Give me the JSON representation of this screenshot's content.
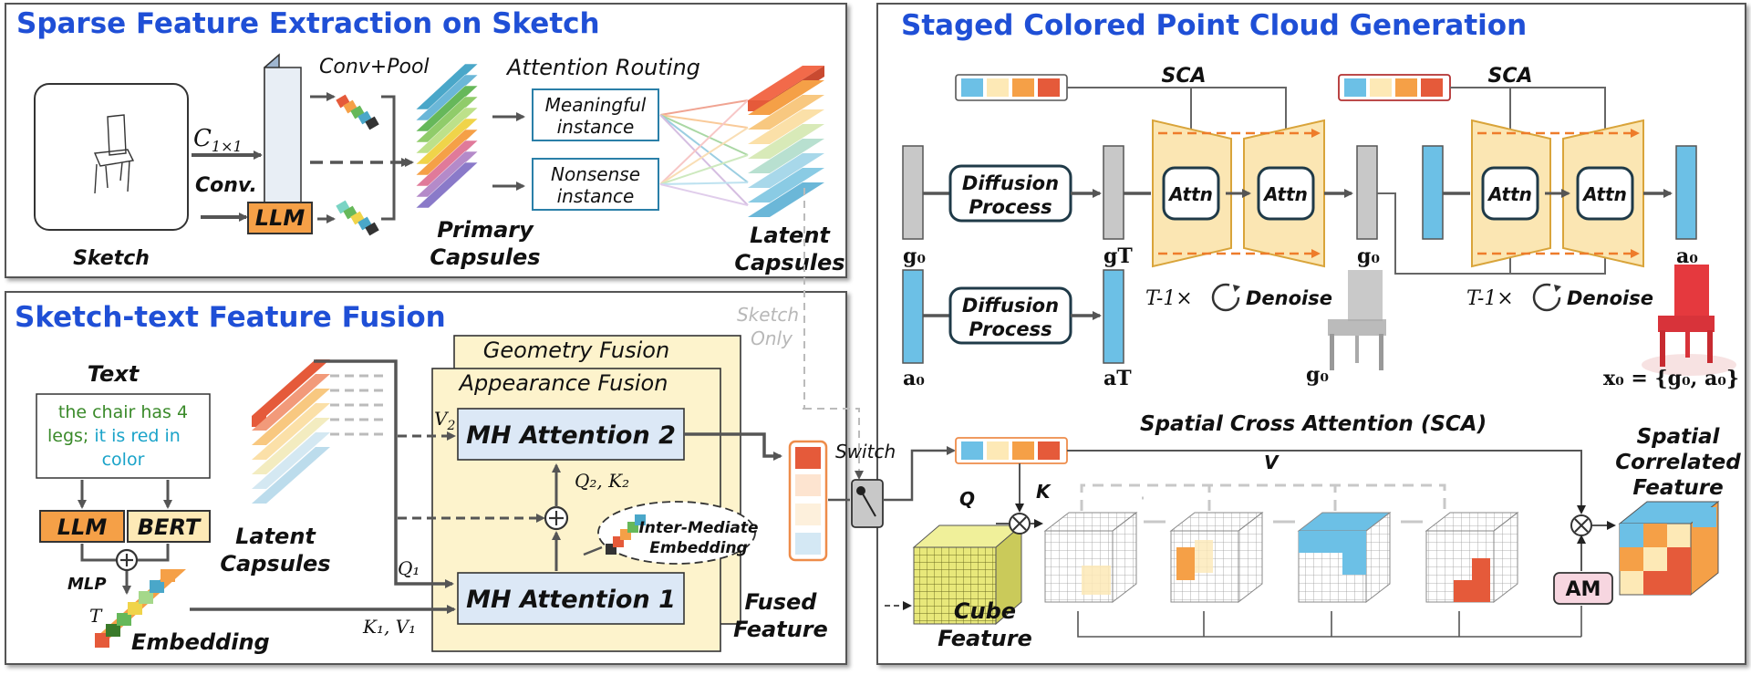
{
  "panels": {
    "sparse": {
      "title": "Sparse Feature Extraction on Sketch",
      "sketch_label": "Sketch",
      "conv_math": "C",
      "conv_sub": "1×1",
      "conv_label": "Conv.",
      "conv_pool_label": "Conv+Pool",
      "llm_label": "LLM",
      "attention_routing_label": "Attention Routing",
      "meaningful_line1": "Meaningful",
      "meaningful_line2": "instance",
      "nonsense_line1": "Nonsense",
      "nonsense_line2": "instance",
      "primary_line1": "Primary",
      "primary_line2": "Capsules",
      "latent_line1": "Latent",
      "latent_line2": "Capsules"
    },
    "fusion": {
      "title": "Sketch-text Feature Fusion",
      "text_label": "Text",
      "text_part1": "the chair has 4",
      "text_part2": "legs;",
      "text_part3": "it is red in",
      "text_part4": "color",
      "llm_label": "LLM",
      "bert_label": "BERT",
      "mlp_label": "MLP",
      "t_label": "T",
      "embedding_label": "Embedding",
      "latent_line1": "Latent",
      "latent_line2": "Capsules",
      "geometry_fusion": "Geometry Fusion",
      "appearance_fusion": "Appearance Fusion",
      "mh2": "MH Attention 2",
      "mh1": "MH Attention 1",
      "v2": "V",
      "v2_sub": "2",
      "q2k2": "Q₂, K₂",
      "q1": "Q₁",
      "k1v1": "K₁, V₁",
      "inter_line1": "Inter-Mediate",
      "inter_line2": "Embedding",
      "fused_line1": "Fused",
      "fused_line2": "Feature",
      "switch_label": "Switch",
      "sketch_only_line1": "Sketch",
      "sketch_only_line2": "Only"
    },
    "staged": {
      "title": "Staged Colored Point Cloud Generation",
      "sca_label": "SCA",
      "diffusion_line1": "Diffusion",
      "diffusion_line2": "Process",
      "attn_label": "Attn",
      "g0": "g₀",
      "gT": "gT",
      "a0": "a₀",
      "aT": "aT",
      "t_minus": "T-1×",
      "denoise": "Denoise",
      "x0_eq": "x₀ = {g₀, a₀}"
    },
    "sca": {
      "title": "Spatial Cross Attention  (SCA)",
      "q_label": "Q",
      "k_label": "K",
      "v_label": "V",
      "cube_line1": "Cube",
      "cube_line2": "Feature",
      "am_label": "AM",
      "spatial_line1": "Spatial",
      "spatial_line2": "Correlated",
      "spatial_line3": "Feature"
    }
  },
  "colors": {
    "title_blue": "#1f4fd6",
    "llm_orange": "#f5a047",
    "bert_cream": "#fde9b6",
    "fusion_bg": "#fdf3cc",
    "mh_box": "#dce8f6",
    "unet_fill": "#fbe6b3",
    "unet_stroke": "#d9a43a",
    "g_gray": "#c8c8c8",
    "a_blue": "#6cc0e6",
    "am_pink": "#f7d6e0",
    "text_green": "#3a8a2a",
    "text_cyan": "#1aa3c9"
  }
}
